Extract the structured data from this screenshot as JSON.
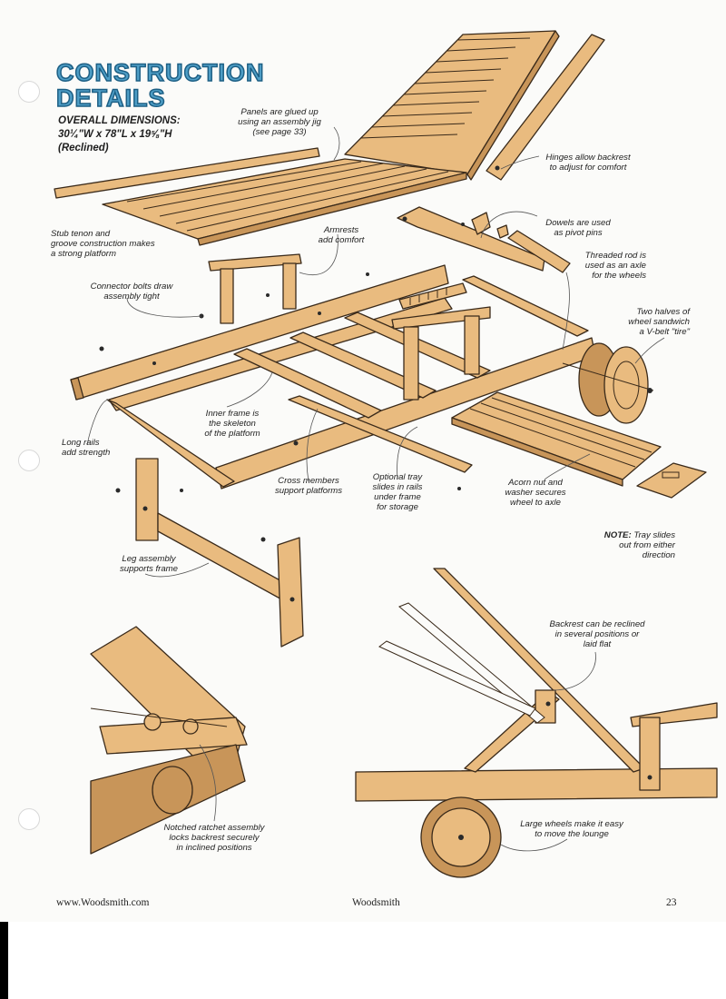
{
  "header": {
    "title_line1": "CONSTRUCTION",
    "title_line2": "DETAILS",
    "dims_label": "OVERALL DIMENSIONS:",
    "dims_value": "30¼\"W x 78\"L x 19⅝\"H",
    "dims_note": "(Reclined)"
  },
  "callouts": {
    "panels": "Panels are glued up\nusing an assembly jig\n(see page 33)",
    "hinges": "Hinges allow backrest\nto adjust for comfort",
    "stub_tenon": "Stub tenon and\ngroove construction makes\na strong platform",
    "armrests": "Armrests\nadd comfort",
    "dowels": "Dowels are used\nas pivot pins",
    "threaded_rod": "Threaded rod is\nused as an axle\nfor the wheels",
    "connector_bolts": "Connector bolts draw\nassembly tight",
    "wheel_halves": "Two halves of\nwheel sandwich\na V-belt \"tire\"",
    "inner_frame": "Inner frame is\nthe skeleton\nof the platform",
    "long_rails": "Long rails\nadd strength",
    "cross_members": "Cross members\nsupport platforms",
    "optional_tray": "Optional tray\nslides in rails\nunder frame\nfor storage",
    "acorn_nut": "Acorn nut and\nwasher secures\nwheel to axle",
    "note_label": "NOTE:",
    "note_text": " Tray slides\nout from either\ndirection",
    "leg_assembly": "Leg assembly\nsupports frame",
    "backrest_recline": "Backrest can be reclined\nin several positions or\nlaid flat",
    "ratchet": "Notched ratchet assembly\nlocks backrest securely\nin inclined positions",
    "large_wheels": "Large wheels make it easy\nto move the lounge"
  },
  "footer": {
    "website": "www.Woodsmith.com",
    "magazine": "Woodsmith",
    "page_number": "23"
  },
  "colors": {
    "wood": "#e9bb7f",
    "wood_dark": "#c89559",
    "outline": "#3a2a1a",
    "title_fill": "#4f9fc7",
    "title_stroke": "#1d5f84"
  }
}
